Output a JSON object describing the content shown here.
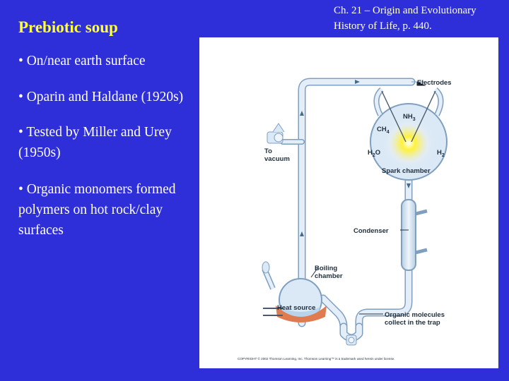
{
  "slide": {
    "title": "Prebiotic soup",
    "caption": "Ch. 21 – Origin and Evolutionary History of Life, p. 440.",
    "bullets": [
      "• On/near earth surface",
      "• Oparin and Haldane (1920s)",
      "• Tested by Miller and Urey (1950s)",
      "• Organic monomers formed polymers on hot rock/clay surfaces"
    ]
  },
  "figure": {
    "labels": {
      "electrodes": "Electrodes",
      "nh3": "NH",
      "nh3_sub": "3",
      "ch4": "CH",
      "ch4_sub": "4",
      "h2o": "H",
      "h2o_sub": "2",
      "h2o_o": "O",
      "h2": "H",
      "h2_sub": "2",
      "spark_chamber": "Spark chamber",
      "to_vacuum_1": "To",
      "to_vacuum_2": "vacuum",
      "condenser": "Condenser",
      "boiling_1": "Boiling",
      "boiling_2": "chamber",
      "heat_source": "Heat source",
      "organic_1": "Organic molecules",
      "organic_2": "collect in the trap",
      "copyright": "COPYRIGHT © 2002 Thomson Learning, Inc. Thomson Learning™ is a trademark used herein under license."
    },
    "colors": {
      "glass": "#dbe9f7",
      "glass_edge": "#7f9fbf",
      "spark": "#fff23a",
      "heat": "#e07b4f"
    }
  }
}
